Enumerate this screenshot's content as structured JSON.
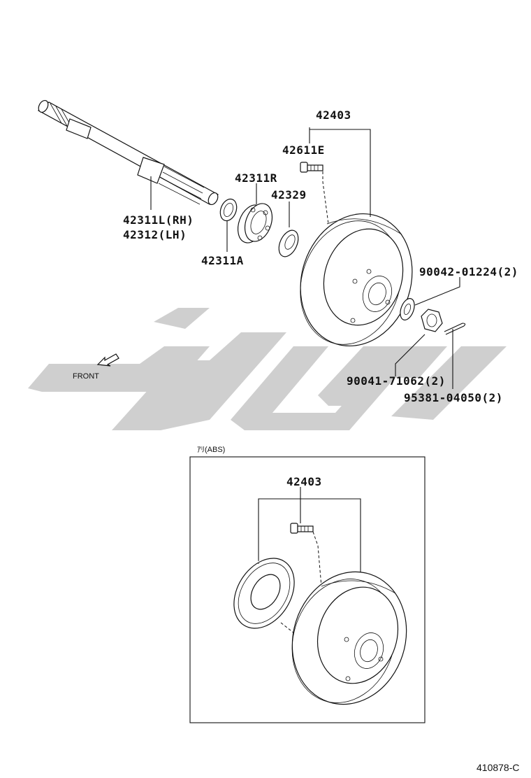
{
  "callouts": {
    "hub_drum": "42403",
    "hub_bolt": "42611E",
    "bearing": "42311R",
    "oil_seal": "42329",
    "axle_rh": "42311L(RH)",
    "axle_lh": "42312(LH)",
    "inner_seal": "42311A",
    "washer": "90042-01224(2)",
    "nut": "90041-71062(2)",
    "cotter_pin": "95381-04050(2)",
    "abs_hub_drum": "42403"
  },
  "front_label": "FRONT",
  "abs_box_label": "ｱﾘ(ABS)",
  "figure_code": "410878-C",
  "colors": {
    "line": "#111111",
    "watermark": "#cfcfcf"
  },
  "icons": [
    "front-arrow-icon"
  ]
}
